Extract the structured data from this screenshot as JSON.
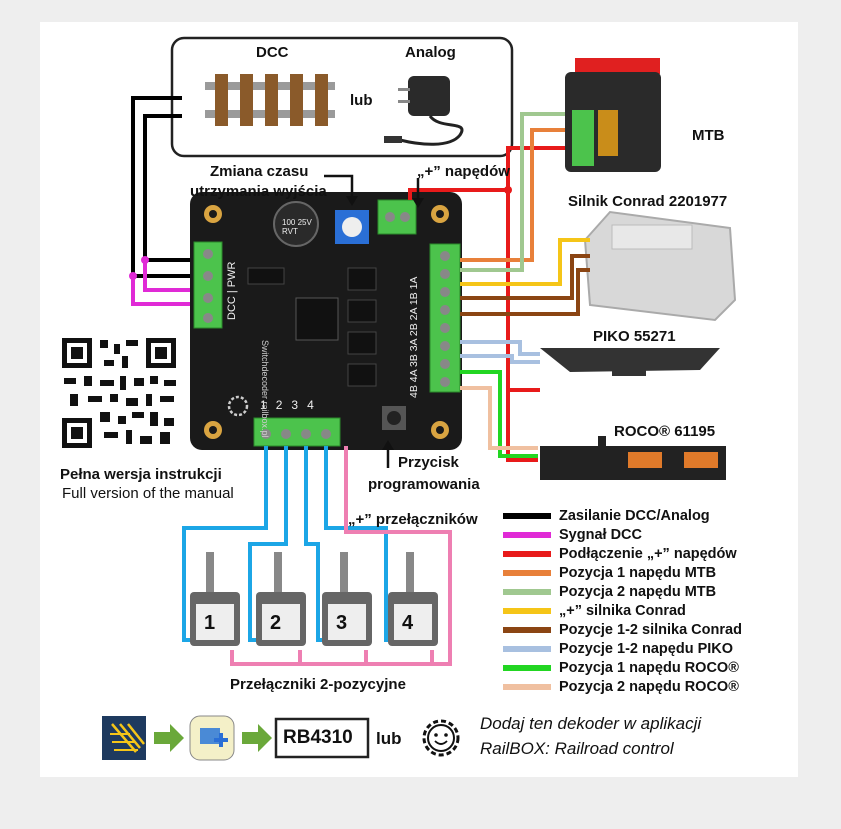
{
  "labels": {
    "dcc": "DCC",
    "analog": "Analog",
    "lub_top": "lub",
    "mtb": "MTB",
    "conrad": "Silnik Conrad 2201977",
    "piko": "PIKO 55271",
    "roco": "ROCO® 61195",
    "zmiana_line1": "Zmiana czasu",
    "zmiana_line2": "utrzymania wyjścia",
    "plus_napedow": "„+” napędów",
    "plus_przelacznikow": "„+” przełączników",
    "przycisk_line1": "Przycisk",
    "przycisk_line2": "programowania",
    "full_pl": "Pełna wersja instrukcji",
    "full_en": "Full version of the manual",
    "switches_caption": "Przełączniki 2-pozycyjne",
    "switch_numbers": [
      "1",
      "2",
      "3",
      "4"
    ]
  },
  "board": {
    "terminal_top_labels": [
      "1",
      "2",
      "3",
      "4"
    ],
    "dcc_pwr": "DCC | PWR",
    "out_labels": "4B 4A 3B 3A 2B 2A 1B 1A",
    "cap_text": "100 25V RVT",
    "brand": "Switchdecoder railbox.pl"
  },
  "legend": [
    {
      "label": "Zasilanie DCC/Analog",
      "color": "#000000"
    },
    {
      "label": "Sygnał DCC",
      "color": "#e02ad6"
    },
    {
      "label": "Podłączenie „+” napędów",
      "color": "#e81a1a"
    },
    {
      "label": "Pozycja 1 napędu MTB",
      "color": "#e8803a"
    },
    {
      "label": "Pozycja 2 napędu MTB",
      "color": "#a0c890"
    },
    {
      "label": "„+” silnika Conrad",
      "color": "#f5c518"
    },
    {
      "label": "Pozycje 1-2 silnika Conrad",
      "color": "#8b4513"
    },
    {
      "label": "Pozycje 1-2 napędu PIKO",
      "color": "#a8c0e0"
    },
    {
      "label": "Pozycja 1 napędu ROCO®",
      "color": "#22d622"
    },
    {
      "label": "Pozycja 2 napędu ROCO®",
      "color": "#f0c0a0"
    }
  ],
  "footer": {
    "product": "RB4310",
    "lub": "lub",
    "line1": "Dodaj ten dekoder w aplikacji",
    "line2": "RailBOX: Railroad control"
  },
  "colors": {
    "board": "#1a1a1a",
    "terminal": "#4cc34c",
    "switch_wire": "#1ca6e6",
    "switch_common": "#ee7fb2",
    "footer_arrow": "#6aa83a",
    "app_icon": "#1e3a5f"
  }
}
